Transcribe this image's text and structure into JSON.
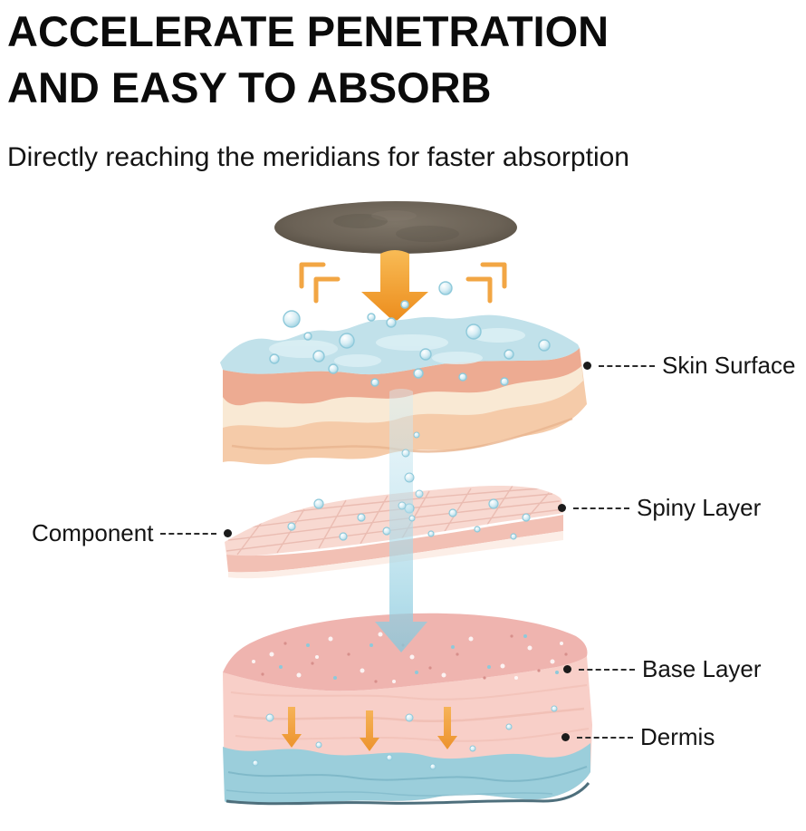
{
  "header": {
    "title_line1": "ACCELERATE PENETRATION",
    "title_line2": "AND EASY TO ABSORB",
    "subtitle": "Directly reaching the meridians for faster absorption"
  },
  "diagram": {
    "labels": {
      "skin_surface": "Skin Surface",
      "spiny_layer": "Spiny Layer",
      "component": "Component",
      "base_layer": "Base Layer",
      "dermis": "Dermis"
    },
    "colors": {
      "accent_orange": "#F0A13C",
      "stream_blue": "#8CC8DC",
      "skin_surface_blue": "#C1E1EA",
      "epidermis_peach": "#F5CBA9",
      "spiny_pink": "#F8D9D1",
      "base_pink": "#EFB4AF",
      "dermis_blue": "#9BCEDB",
      "patch_brown": "#6B6256"
    }
  }
}
